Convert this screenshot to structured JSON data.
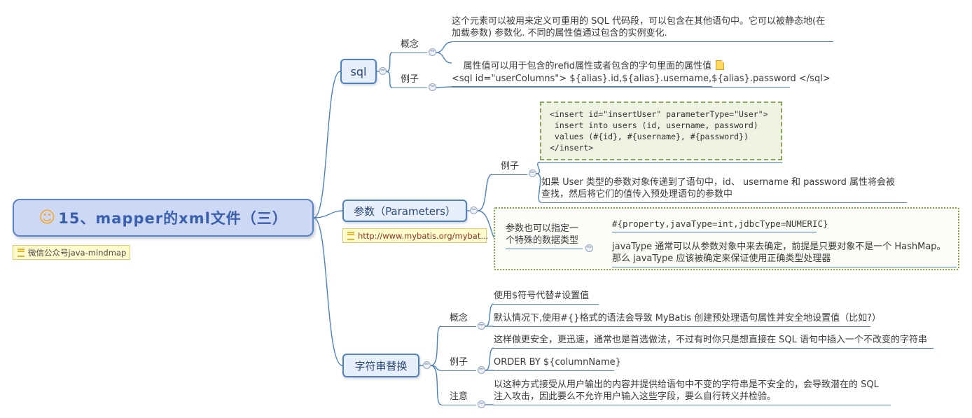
{
  "root": {
    "emoji": "☺",
    "label": "15、mapper的xml文件（三）",
    "tag": "微信公众号java-mindmap"
  },
  "icons": {
    "collapse": "−"
  },
  "colors": {
    "connector": "#4f81bd",
    "branch_fill": "#e8effc",
    "root_fill": "#cdd9f4",
    "green_code_fill": "#edf2e2",
    "green_border": "#7da441",
    "yellow_fill": "#fffbcf"
  },
  "sql": {
    "label": "sql",
    "concept": {
      "label": "概念",
      "text1": "这个元素可以被用来定义可重用的 SQL 代码段，可以包含在其他语句中。它可以被静态地(在\n加载参数) 参数化. 不同的属性值通过包含的实例变化.",
      "text2": "属性值可以用于包含的refid属性或者包含的字句里面的属性值"
    },
    "example": {
      "label": "例子",
      "code": "<sql id=\"userColumns\"> ${alias}.id,${alias}.username,${alias}.password </sql>"
    }
  },
  "parameters": {
    "label": "参数（Parameters）",
    "link": "http://www.mybatis.org/mybat...",
    "example": {
      "label": "例子",
      "code": "<insert id=\"insertUser\" parameterType=\"User\">\n insert into users (id, username, password)\n values (#{id}, #{username}, #{password})\n</insert>",
      "text": "如果 User 类型的参数对象传递到了语句中，id、 username 和 password 属性将会被\n查找，然后将它们的值传入预处理语句的参数中"
    },
    "special": {
      "label": "参数也可以指定一\n个特殊的数据类型",
      "code": "#{property,javaType=int,jdbcType=NUMERIC}",
      "text": "javaType 通常可以从参数对象中来去确定，前提是只要对象不是一个 HashMap。\n那么 javaType 应该被确定来保证使用正确类型处理器"
    }
  },
  "replace": {
    "label": "字符串替换",
    "concept": {
      "label": "概念",
      "text1": "使用$符号代替#设置值",
      "text2": "默认情况下,使用#{}格式的语法会导致 MyBatis 创建预处理语句属性并安全地设置值（比如?）"
    },
    "example": {
      "label": "例子",
      "text": "这样做更安全，更迅速，通常也是首选做法，不过有时你只是想直接在 SQL 语句中插入一个不改变的字符串",
      "code": "ORDER BY ${columnName}"
    },
    "note": {
      "label": "注意",
      "text": "以这种方式接受从用户输出的内容并提供给语句中不变的字符串是不安全的，会导致潜在的 SQL\n注入攻击，因此要么不允许用户输入这些字段，要么自行转义并检验。"
    }
  }
}
